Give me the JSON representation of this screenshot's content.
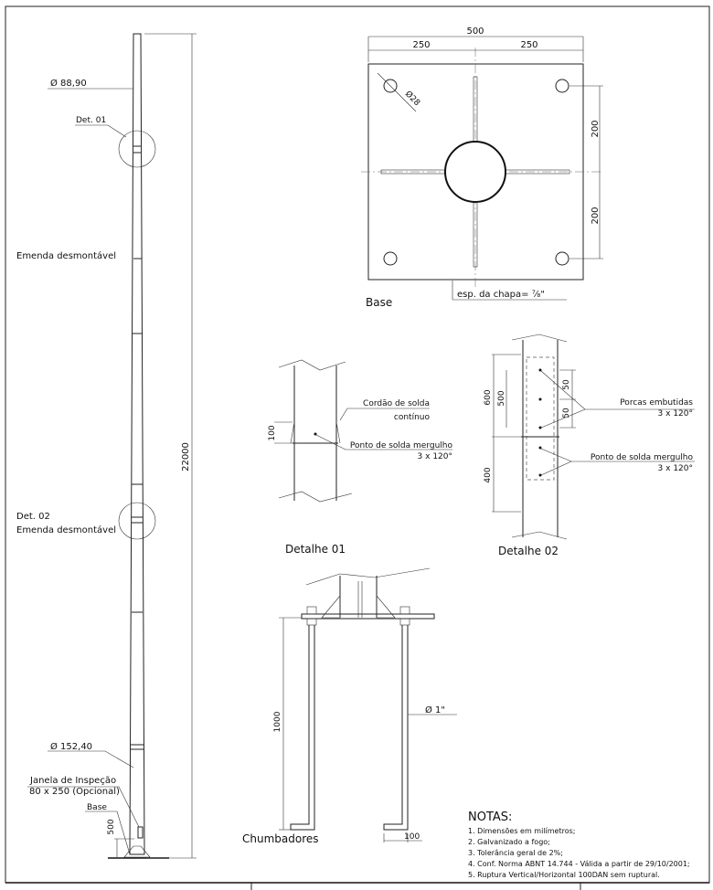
{
  "pole": {
    "diam_top": "Ø 88,90",
    "det01": "Det. 01",
    "splice1": "Emenda desmontável",
    "det02": "Det. 02",
    "splice2": "Emenda desmontável",
    "diam_bottom": "Ø 152,40",
    "window_line1": "Janela de Inspeção",
    "window_line2": "80 x 250 (Opcional)",
    "base": "Base",
    "dim_500": "500",
    "dim_height": "22000"
  },
  "base_plate": {
    "dim_total": "500",
    "dim_half_left": "250",
    "dim_half_right": "250",
    "hole_diam": "Ø28",
    "dim_v1": "200",
    "dim_v2": "200",
    "thickness": "esp. da chapa= ⁷⁄₈\"",
    "title": "Base"
  },
  "detail01": {
    "weld_line1": "Cordão de solda",
    "weld_line2": "contínuo",
    "dim_100": "100",
    "spot_line1": "Ponto de solda mergulho",
    "spot_line2": "3 x 120°",
    "title": "Detalhe 01"
  },
  "detail02": {
    "dim_600": "600",
    "dim_500": "500",
    "dim_50a": "50",
    "dim_50b": "50",
    "dim_400": "400",
    "nuts_line1": "Porcas embutidas",
    "nuts_line2": "3 x 120°",
    "spot_line1": "Ponto de solda mergulho",
    "spot_line2": "3 x 120°",
    "title": "Detalhe 02"
  },
  "anchors": {
    "dim_1000": "1000",
    "diam": "Ø 1\"",
    "dim_100": "100",
    "title": "Chumbadores"
  },
  "notes": {
    "title": "NOTAS:",
    "items": [
      "1. Dimensões em milímetros;",
      "2. Galvanizado a fogo;",
      "3. Tolerância geral de 2%;",
      "4. Conf. Norma ABNT 14.744 - Válida a partir de 29/10/2001;",
      "5. Ruptura Vertical/Horizontal 100DAN sem ruptural."
    ]
  }
}
